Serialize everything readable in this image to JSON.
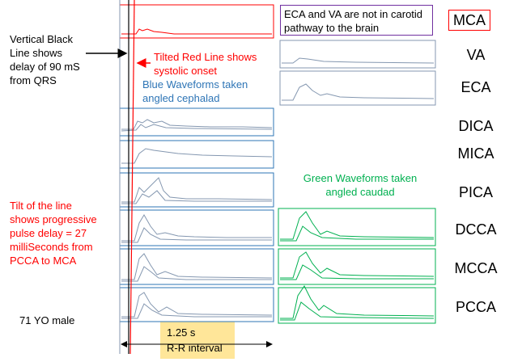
{
  "annotations": {
    "vertical_black": "Vertical Black\nLine shows\ndelay of 90 mS\nfrom QRS",
    "tilted_red": "Tilted Red Line shows\nsystolic onset",
    "blue_waveforms": "Blue Waveforms taken\nangled cephalad",
    "green_waveforms": "Green Waveforms taken\nangled caudad",
    "tilt_note": "Tilt of the line\nshows progressive\npulse delay = 27\nmilliSeconds from\nPCCA to MCA",
    "patient": "71 YO male",
    "eca_va_note": "ECA and VA are not in carotid\npathway to the brain",
    "rr_duration": "1.25 s",
    "rr_label": "R-R interval"
  },
  "vessels": [
    "MCA",
    "VA",
    "ECA",
    "DICA",
    "MICA",
    "PICA",
    "DCCA",
    "MCCA",
    "PCCA"
  ],
  "colors": {
    "red": "#ff0000",
    "blue": "#2e75b6",
    "green": "#00b050",
    "purple": "#7030a0",
    "waveform": "#8497b0",
    "rr_box": "#ffe699",
    "black": "#000000"
  }
}
